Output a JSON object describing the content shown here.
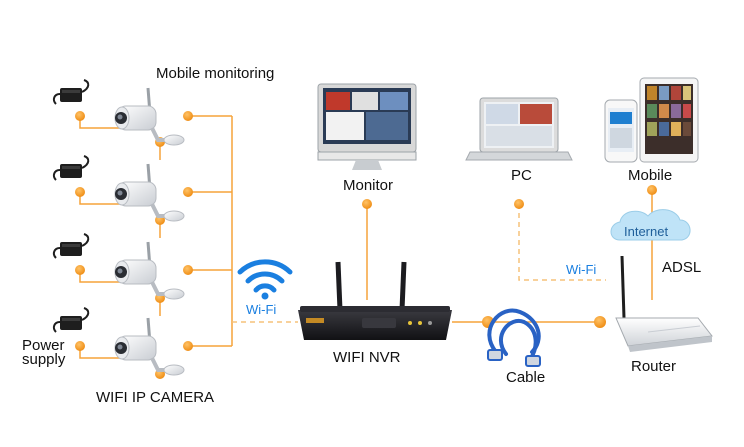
{
  "labels": {
    "mobile_monitoring": "Mobile monitoring",
    "monitor": "Monitor",
    "pc": "PC",
    "mobile": "Mobile",
    "internet": "Internet",
    "adsl": "ADSL",
    "wifi_left": "Wi-Fi",
    "wifi_right": "Wi-Fi",
    "wifi_nvr": "WIFI NVR",
    "cable": "Cable",
    "router": "Router",
    "power": "Power",
    "supply": "supply",
    "wifi_ip_camera": "WIFI IP CAMERA"
  },
  "colors": {
    "connector": "#f0961e",
    "wire": "#f5a33a",
    "dashed": "#f5c27a",
    "wifi_blue": "#1a7fe0",
    "cloud": "#bfe3f7",
    "cable_blue": "#2962c4",
    "nvr_body": "#1c1c20"
  }
}
